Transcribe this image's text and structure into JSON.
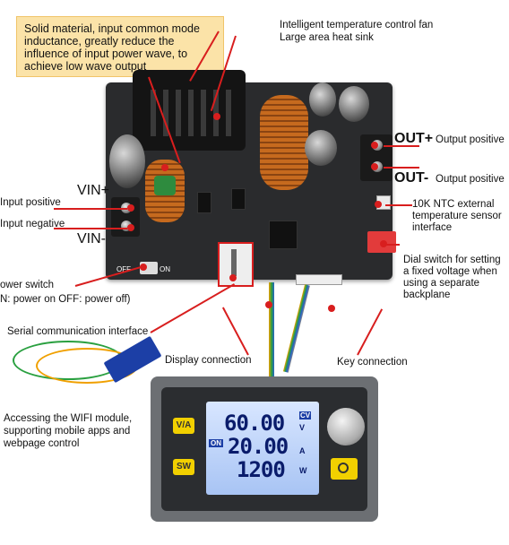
{
  "callout": {
    "text": "Solid material, input common mode inductance, greatly reduce the influence of input power wave, to achieve low wave output"
  },
  "labels": {
    "fan_line1": "Intelligent temperature control fan",
    "fan_line2": "Large area heat sink",
    "out_plus": "OUT+",
    "out_plus_desc": "Output positive",
    "out_minus": "OUT-",
    "out_minus_desc": "Output positive",
    "vin_plus": "VIN+",
    "vin_minus": "VIN-",
    "input_positive": "Input positive",
    "input_negative": "Input negative",
    "ntc": "10K NTC external temperature sensor interface",
    "dial_switch": "Dial switch for setting a fixed voltage when using a separate backplane",
    "power_switch_1": "ower switch",
    "power_switch_2": "N: power on OFF: power off)",
    "serial": "Serial communication interface",
    "display_conn": "Display connection",
    "key_conn": "Key connection",
    "wifi": "Accessing the WIFI module, supporting mobile apps and webpage control",
    "board_off": "OFF",
    "board_on": "ON"
  },
  "display": {
    "voltage": "60.00",
    "voltage_unit": "V",
    "mode": "CV",
    "current": "20.00",
    "current_unit": "A",
    "power": "1200",
    "power_unit": "W",
    "on_badge": "ON",
    "btn_va": "V/A",
    "btn_sw": "SW"
  },
  "colors": {
    "accent_red": "#d81e1e",
    "callout_bg": "#fbe3a8"
  }
}
